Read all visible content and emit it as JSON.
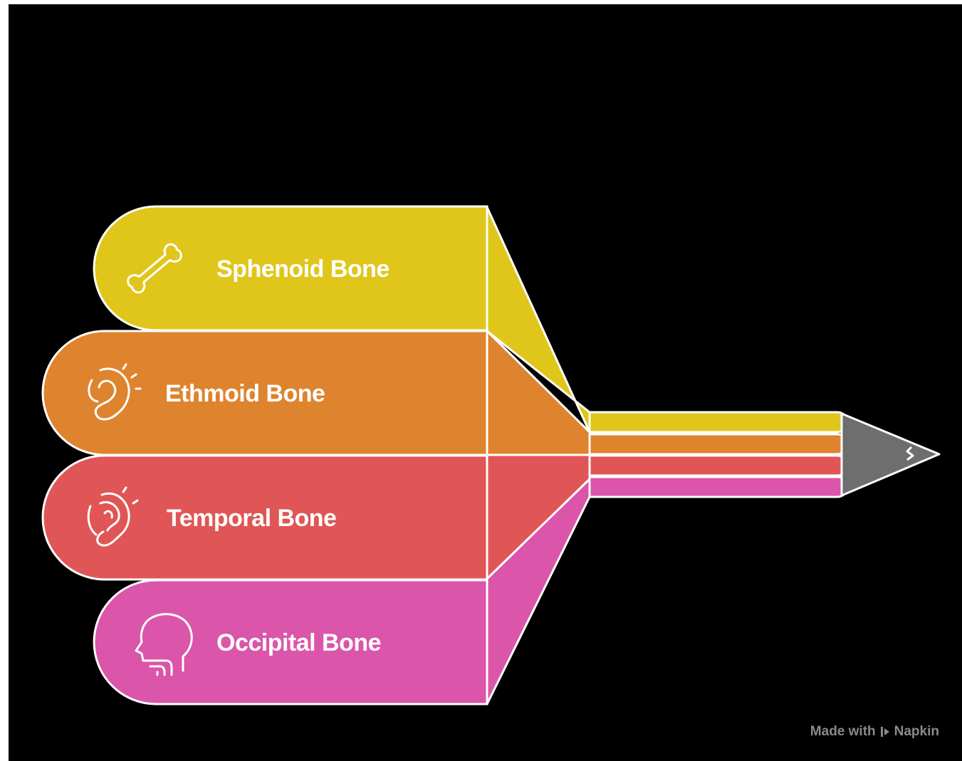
{
  "items": [
    {
      "label": "Sphenoid Bone",
      "icon": "bone-icon",
      "color": "#E0C61A"
    },
    {
      "label": "Ethmoid Bone",
      "icon": "ear-icon",
      "color": "#DE842E"
    },
    {
      "label": "Temporal Bone",
      "icon": "ear-hearing-icon",
      "color": "#E05656"
    },
    {
      "label": "Occipital Bone",
      "icon": "head-profile-icon",
      "color": "#DB55AA"
    }
  ],
  "pencil_tip_color": "#6E6E6E",
  "background": "#000000",
  "watermark": {
    "made_with": "Made with",
    "brand": "Napkin"
  }
}
